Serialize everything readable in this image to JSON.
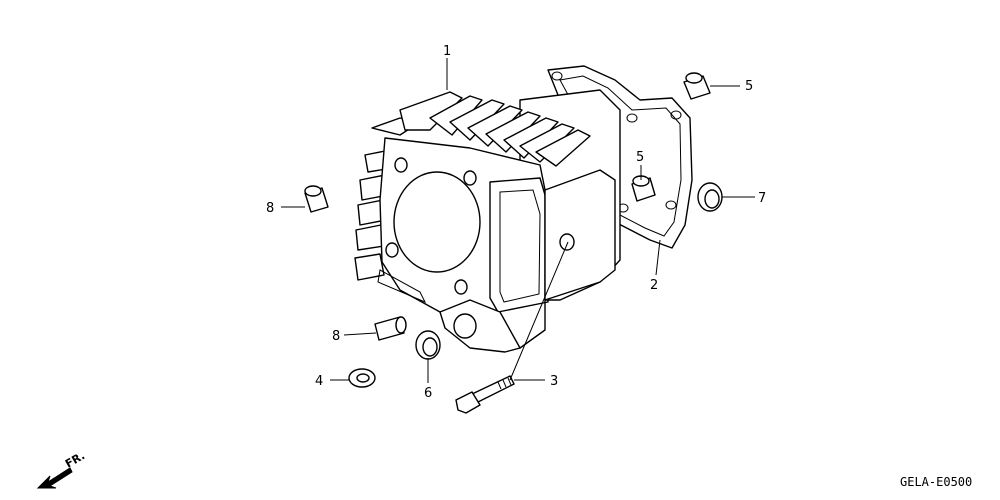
{
  "diagram": {
    "callouts": [
      {
        "id": "c1",
        "label": "1"
      },
      {
        "id": "c2",
        "label": "2"
      },
      {
        "id": "c3",
        "label": "3"
      },
      {
        "id": "c4",
        "label": "4"
      },
      {
        "id": "c5a",
        "label": "5"
      },
      {
        "id": "c5b",
        "label": "5"
      },
      {
        "id": "c6",
        "label": "6"
      },
      {
        "id": "c7",
        "label": "7"
      },
      {
        "id": "c8a",
        "label": "8"
      },
      {
        "id": "c8b",
        "label": "8"
      }
    ],
    "front_indicator": "FR.",
    "drawing_code": "GELA-E0500"
  }
}
